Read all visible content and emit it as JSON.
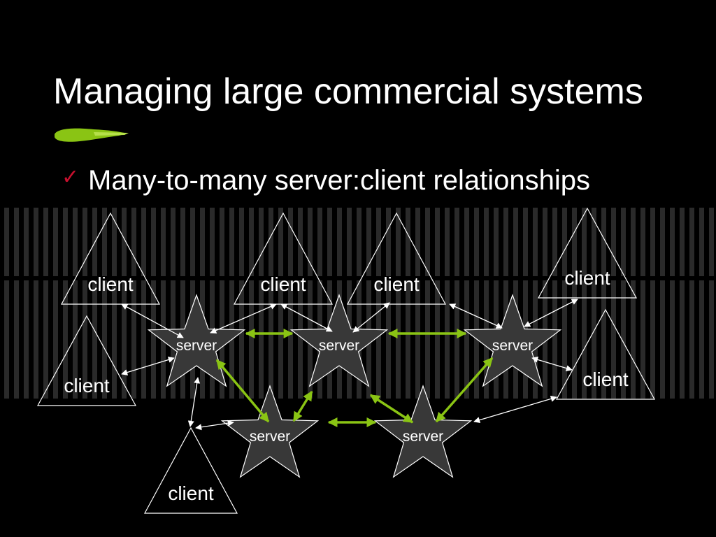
{
  "slide": {
    "title": "Managing large commercial systems",
    "bullet": {
      "icon": "check-icon",
      "icon_color": "#c8102e",
      "text": "Many-to-many server:client relationships"
    }
  },
  "colors": {
    "background": "#000000",
    "stripe": "#2a2a2a",
    "accent": "#8ac414",
    "server_fill": "#383838",
    "outline": "#ffffff"
  },
  "diagram": {
    "servers": [
      {
        "id": "s1",
        "label": "server"
      },
      {
        "id": "s2",
        "label": "server"
      },
      {
        "id": "s3",
        "label": "server"
      },
      {
        "id": "s4",
        "label": "server"
      },
      {
        "id": "s5",
        "label": "server"
      }
    ],
    "clients": [
      {
        "id": "c1",
        "label": "client"
      },
      {
        "id": "c2",
        "label": "client"
      },
      {
        "id": "c3",
        "label": "client"
      },
      {
        "id": "c4",
        "label": "client"
      },
      {
        "id": "c5",
        "label": "client"
      },
      {
        "id": "c6",
        "label": "client"
      },
      {
        "id": "c7",
        "label": "client"
      }
    ],
    "server_links": [
      {
        "from": "s1",
        "to": "s2"
      },
      {
        "from": "s2",
        "to": "s3"
      },
      {
        "from": "s1",
        "to": "s4"
      },
      {
        "from": "s2",
        "to": "s4"
      },
      {
        "from": "s2",
        "to": "s5"
      },
      {
        "from": "s4",
        "to": "s5"
      },
      {
        "from": "s3",
        "to": "s5"
      }
    ],
    "client_links": [
      {
        "from": "c1",
        "to": "s1"
      },
      {
        "from": "c2",
        "to": "s1"
      },
      {
        "from": "c2",
        "to": "s2"
      },
      {
        "from": "c3",
        "to": "s2"
      },
      {
        "from": "c3",
        "to": "s3"
      },
      {
        "from": "c4",
        "to": "s3"
      },
      {
        "from": "c5",
        "to": "s1"
      },
      {
        "from": "c6",
        "to": "s3"
      },
      {
        "from": "c6",
        "to": "s5"
      },
      {
        "from": "c7",
        "to": "s1"
      },
      {
        "from": "c7",
        "to": "s4"
      }
    ]
  }
}
